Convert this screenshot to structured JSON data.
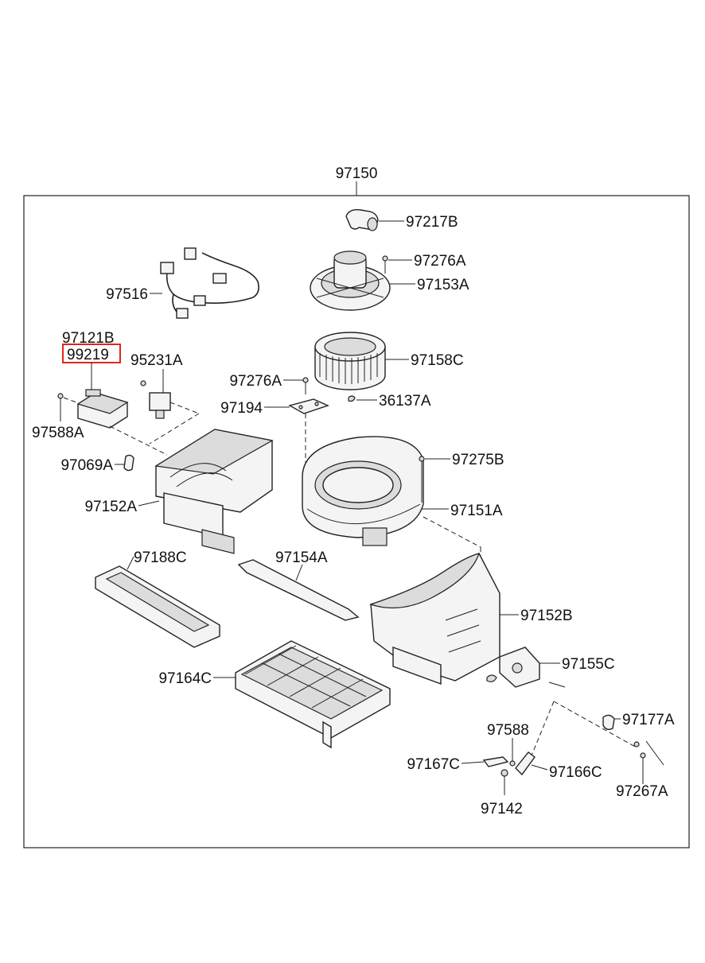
{
  "diagram": {
    "top_label": "97150",
    "highlight_color": "#e0261b",
    "labels": {
      "p97217B": "97217B",
      "p97276A_top": "97276A",
      "p97153A": "97153A",
      "p97516": "97516",
      "p97121B": "97121B",
      "p99219": "99219",
      "p95231A": "95231A",
      "p97158C": "97158C",
      "p97276A_mid": "97276A",
      "p36137A": "36137A",
      "p97194": "97194",
      "p97588A": "97588A",
      "p97069A": "97069A",
      "p97275B": "97275B",
      "p97152A": "97152A",
      "p97151A": "97151A",
      "p97188C": "97188C",
      "p97154A": "97154A",
      "p97152B": "97152B",
      "p97155C": "97155C",
      "p97164C": "97164C",
      "p97588": "97588",
      "p97177A": "97177A",
      "p97167C": "97167C",
      "p97166C": "97166C",
      "p97267A": "97267A",
      "p97142": "97142"
    }
  }
}
